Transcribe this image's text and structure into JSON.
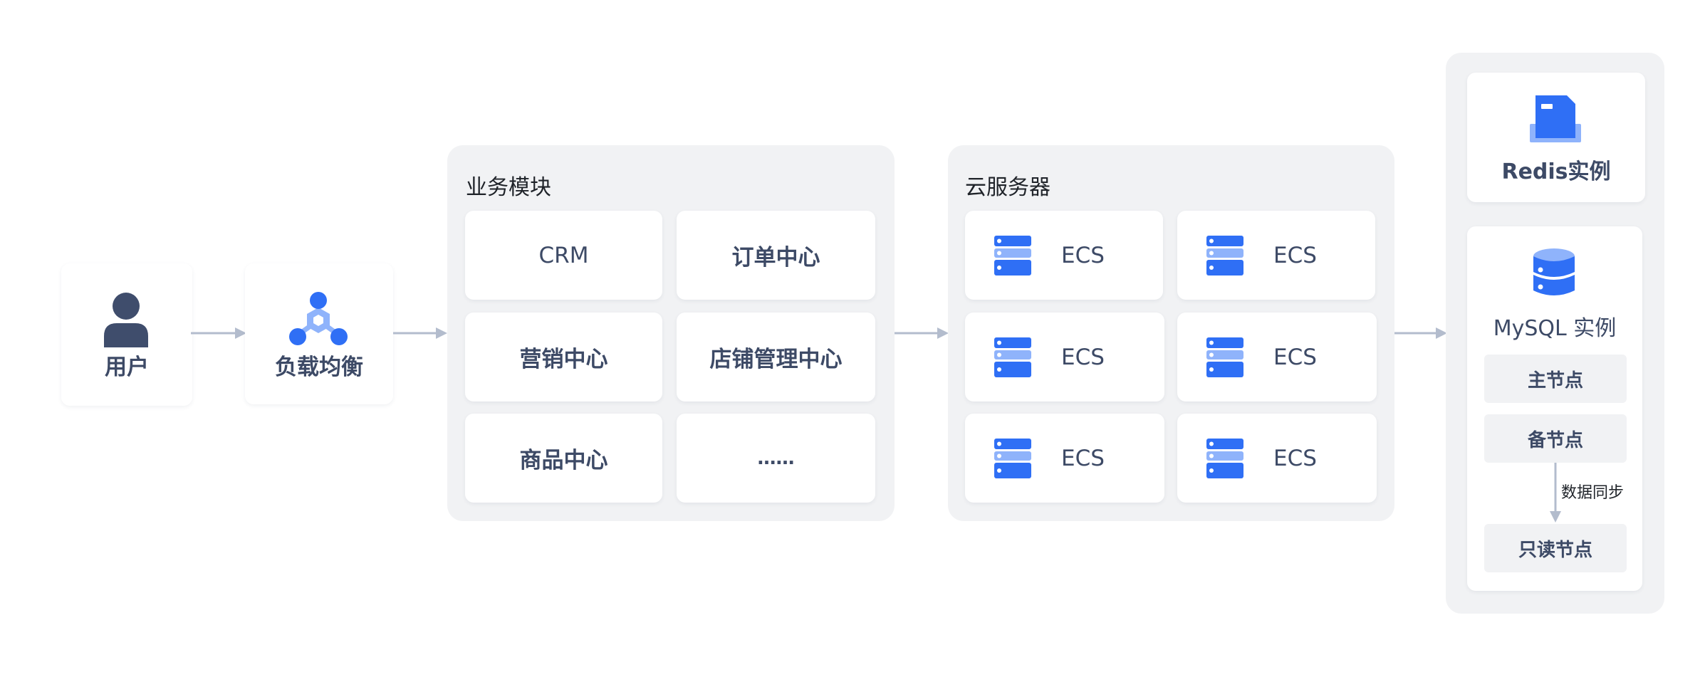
{
  "colors": {
    "accent": "#2f6ff5",
    "accent_light": "#8fb3fb",
    "text": "#3d4a66",
    "panel": "#f1f2f4",
    "arrow": "#b3bccd",
    "user_icon": "#3f4d6c"
  },
  "user": {
    "label": "用户",
    "icon": "user-icon"
  },
  "load_balancer": {
    "label": "负载均衡",
    "icon": "load-balancer-icon"
  },
  "business": {
    "title": "业务模块",
    "modules": [
      "CRM",
      "订单中心",
      "营销中心",
      "店铺管理中心",
      "商品中心",
      "……"
    ]
  },
  "cloud": {
    "title": "云服务器",
    "servers": [
      "ECS",
      "ECS",
      "ECS",
      "ECS",
      "ECS",
      "ECS"
    ],
    "icon": "server-stack-icon"
  },
  "storage": {
    "redis": {
      "label": "Redis实例",
      "icon": "redis-icon"
    },
    "mysql": {
      "label": "MySQL 实例",
      "icon": "database-icon",
      "primary": "主节点",
      "standby": "备节点",
      "sync_label": "数据同步",
      "readonly": "只读节点"
    }
  }
}
